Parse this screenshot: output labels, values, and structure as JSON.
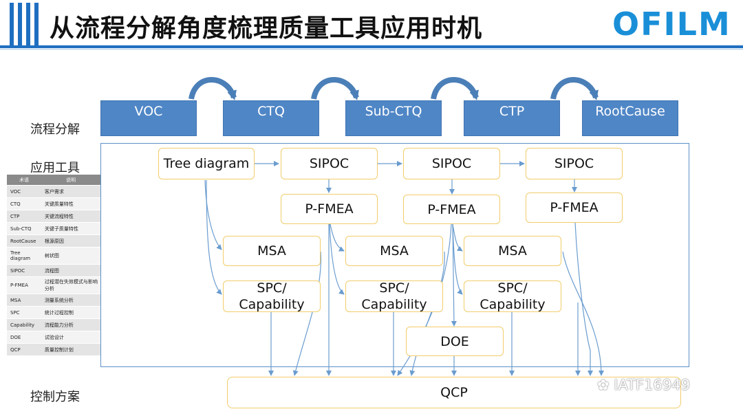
{
  "header": {
    "title": "从流程分解角度梳理质量工具应用时机",
    "logo": "OFILM"
  },
  "row_labels": {
    "decomposition": "流程分解",
    "tools": "应用工具",
    "control": "控制方案"
  },
  "stages": [
    "VOC",
    "CTQ",
    "Sub-CTQ",
    "CTP",
    "RootCause"
  ],
  "tools": {
    "tree": "Tree diagram",
    "sipoc": "SIPOC",
    "pfmea": "P-FMEA",
    "msa": "MSA",
    "spc": "SPC/ Capability",
    "doe": "DOE",
    "qcp": "QCP"
  },
  "legend": {
    "headers": [
      "术语",
      "说明"
    ],
    "rows": [
      [
        "VOC",
        "客户需求"
      ],
      [
        "CTQ",
        "关键质量特性"
      ],
      [
        "CTP",
        "关键流程特性"
      ],
      [
        "Sub-CTQ",
        "关键子质量特性"
      ],
      [
        "RootCause",
        "根源原因"
      ],
      [
        "Tree diagram",
        "树状图"
      ],
      [
        "SIPOC",
        "流程图"
      ],
      [
        "P-FMEA",
        "过程潜在失效模式与影响分析"
      ],
      [
        "MSA",
        "测量系统分析"
      ],
      [
        "SPC",
        "统计过程控制"
      ],
      [
        "Capability",
        "流程能力分析"
      ],
      [
        "DOE",
        "试验设计"
      ],
      [
        "QCP",
        "质量控制计划"
      ]
    ]
  },
  "watermark": "IATF16949",
  "colors": {
    "accent": "#1f6fc0",
    "stage_fill": "#4f86c6",
    "tool_border": "#f2cc6a",
    "arrow": "#6a9ccf"
  }
}
